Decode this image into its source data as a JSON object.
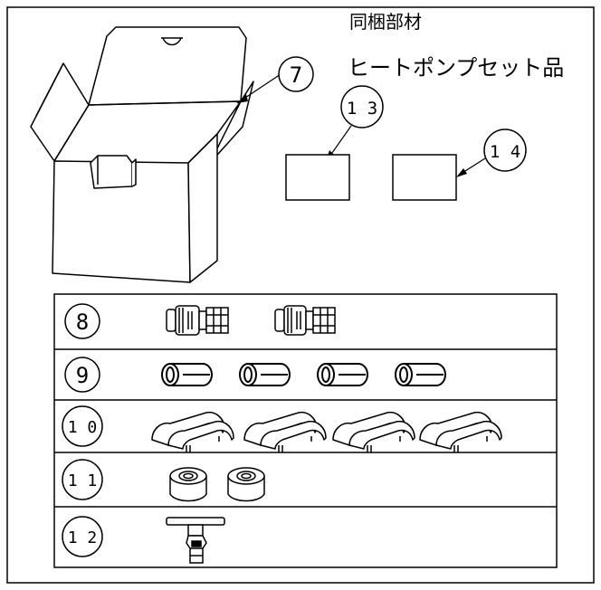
{
  "header": {
    "title": "同梱部材",
    "subtitle": "ヒートポンプセット品"
  },
  "callouts": {
    "box": "7",
    "item13": "1 3",
    "item14": "1 4"
  },
  "parts_table": {
    "rows": [
      {
        "number": "8",
        "part": "union-fitting",
        "count": 2
      },
      {
        "number": "9",
        "part": "pipe-sleeve",
        "count": 4
      },
      {
        "number": "1 0",
        "part": "pipe-cover",
        "count": 4
      },
      {
        "number": "1 1",
        "part": "grommet",
        "count": 2
      },
      {
        "number": "1 2",
        "part": "drain-socket",
        "count": 1
      }
    ]
  },
  "colors": {
    "line": "#000000",
    "background": "#ffffff"
  }
}
